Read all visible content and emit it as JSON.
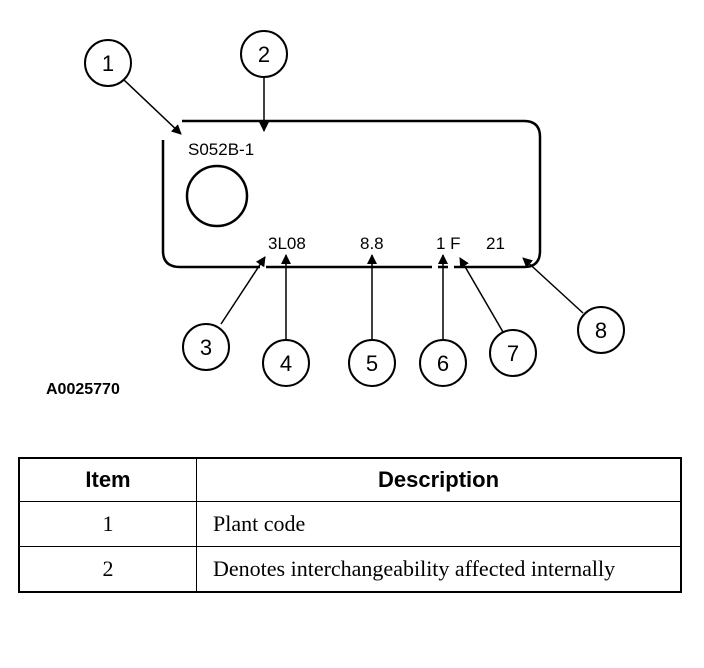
{
  "diagram": {
    "tag_lines": {
      "top_code": "S052B-1",
      "code_a": "3L08",
      "code_b": "8.8",
      "code_c": "1 F",
      "code_d": "21"
    },
    "callouts": [
      "1",
      "2",
      "3",
      "4",
      "5",
      "6",
      "7",
      "8"
    ],
    "figure_id": "A0025770"
  },
  "table": {
    "headers": {
      "item": "Item",
      "description": "Description"
    },
    "rows": [
      {
        "item": "1",
        "description": "Plant code"
      },
      {
        "item": "2",
        "description": "Denotes interchangeability affected internally"
      }
    ]
  }
}
